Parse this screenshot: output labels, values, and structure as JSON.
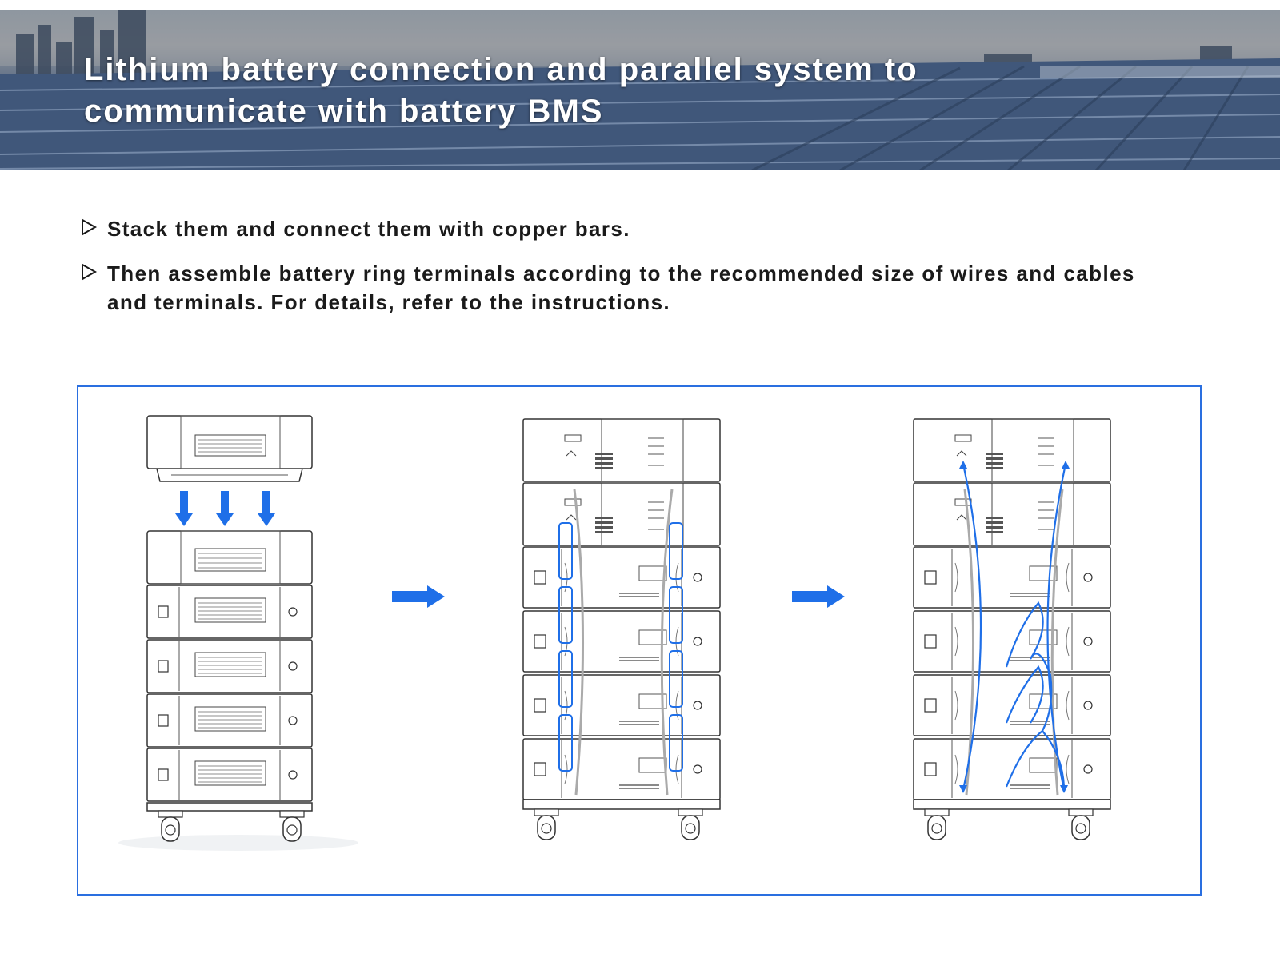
{
  "banner": {
    "title_line1": "Lithium battery connection and parallel system to",
    "title_line2": "communicate with battery BMS"
  },
  "bullets": [
    {
      "icon": "triangle-right-outline-icon",
      "text": "Stack them and connect them with copper bars."
    },
    {
      "icon": "triangle-right-outline-icon",
      "text": "Then assemble battery ring terminals according to the recommended size of wires and cables and terminals. For details, refer to the instructions."
    }
  ],
  "diagram": {
    "step_count": 3,
    "arrow_color": "#1f6fe8",
    "frame_color": "#2a6fe0",
    "steps": [
      {
        "name": "stack-modules",
        "battery_modules": 4,
        "down_arrows": 3
      },
      {
        "name": "copper-bar-connection",
        "battery_modules": 4,
        "control_units": 2
      },
      {
        "name": "bms-communication-cables",
        "battery_modules": 4,
        "control_units": 2
      }
    ]
  }
}
